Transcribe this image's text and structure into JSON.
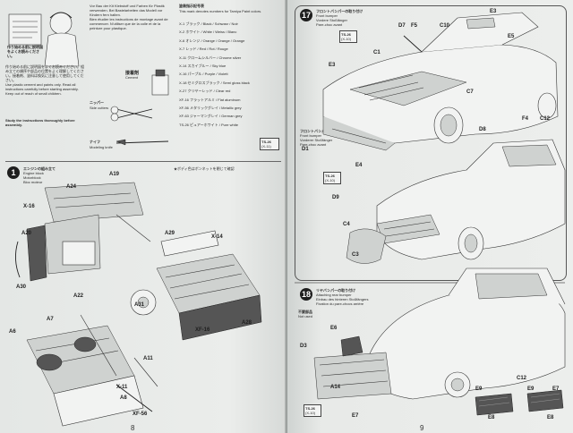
{
  "left_page": {
    "page_number": "8",
    "step1": {
      "number": "1",
      "title_jp": "エンジンの組み立て",
      "title_en": "Engine block",
      "title_de": "Motorblock",
      "title_fr": "Bloc moteur",
      "note": "★ボディ色はボンネットを閉じて確認",
      "parts": [
        "A19",
        "A24",
        "X-16",
        "A22",
        "A30",
        "A20",
        "A29",
        "A7",
        "A31",
        "A28",
        "A11",
        "A8",
        "A6",
        "X-14",
        "XF-16",
        "X-11",
        "XF-56"
      ]
    },
    "intro_jp": "作り始める前に説明図をよくお読みください。",
    "intro_en": "Study the instructions thoroughly before assembly.",
    "tools_label": "ニッパー",
    "tools_en": "Side cutters",
    "knife_label": "ナイフ",
    "knife_en": "Modeling knife",
    "cement_label": "接着剤",
    "cement_en": "Cement",
    "paint_header_jp": "塗装指示記号表",
    "paint_header_en": "This mark denotes numbers for Tamiya Paint colors.",
    "paints": [
      "X-1 ブラック / Black / Schwarz / Noir",
      "X-2 ホワイト / White / Weiss / Blanc",
      "X-6 オレンジ / Orange / Orange / Orange",
      "X-7 レッド / Red / Rot / Rouge",
      "X-11 クロームシルバー / Chrome silver",
      "X-14 スカイブルー / Sky blue",
      "X-16 パープル / Purple / Violett",
      "X-18 セミグロスブラック / Semi gloss black",
      "X-27 クリヤーレッド / Clear red",
      "XF-16 フラットアルミ / Flat aluminum",
      "XF-56 メタリックグレイ / Metallic grey",
      "XF-63 ジャーマングレイ / German grey",
      "TS-26 ピュアーホワイト / Pure white"
    ],
    "paint_tag": "TS-26",
    "paint_tag_sub": "(X-11)"
  },
  "right_page": {
    "page_number": "9",
    "step17": {
      "number": "17",
      "title_jp": "フロントバンパーの取り付け",
      "title_en": "Front bumper",
      "title_de": "Vordere Stoßfänger",
      "title_fr": "Pare-choc avant",
      "parts": [
        "E3",
        "D7",
        "F5",
        "C10",
        "E5",
        "E3",
        "C1",
        "C7",
        "D1",
        "E4",
        "F4",
        "C12",
        "D8",
        "D9",
        "C4",
        "C3"
      ],
      "sub_label_jp": "フロントバンパー",
      "sub_label_en": "Front bumper",
      "sub_label_de": "Vorderer Stoßfänger",
      "sub_label_fr": "Pare-choc avant",
      "tag": "TS-26",
      "tag_sub": "(X-10)"
    },
    "step18": {
      "number": "18",
      "title_jp": "リヤバンパーの取り付け",
      "title_en": "Attaching rear bumper",
      "title_de": "Einbau des hinteren Stoßfängers",
      "title_fr": "Fixation du pare-chocs arrière",
      "parts": [
        "D3",
        "E6",
        "A14",
        "E7",
        "E9",
        "E9",
        "C12",
        "E7",
        "E8",
        "E8"
      ],
      "tag": "TS-26",
      "tag_sub": "(X-10)",
      "note_jp": "不要部品",
      "note_en": "Not used"
    }
  }
}
